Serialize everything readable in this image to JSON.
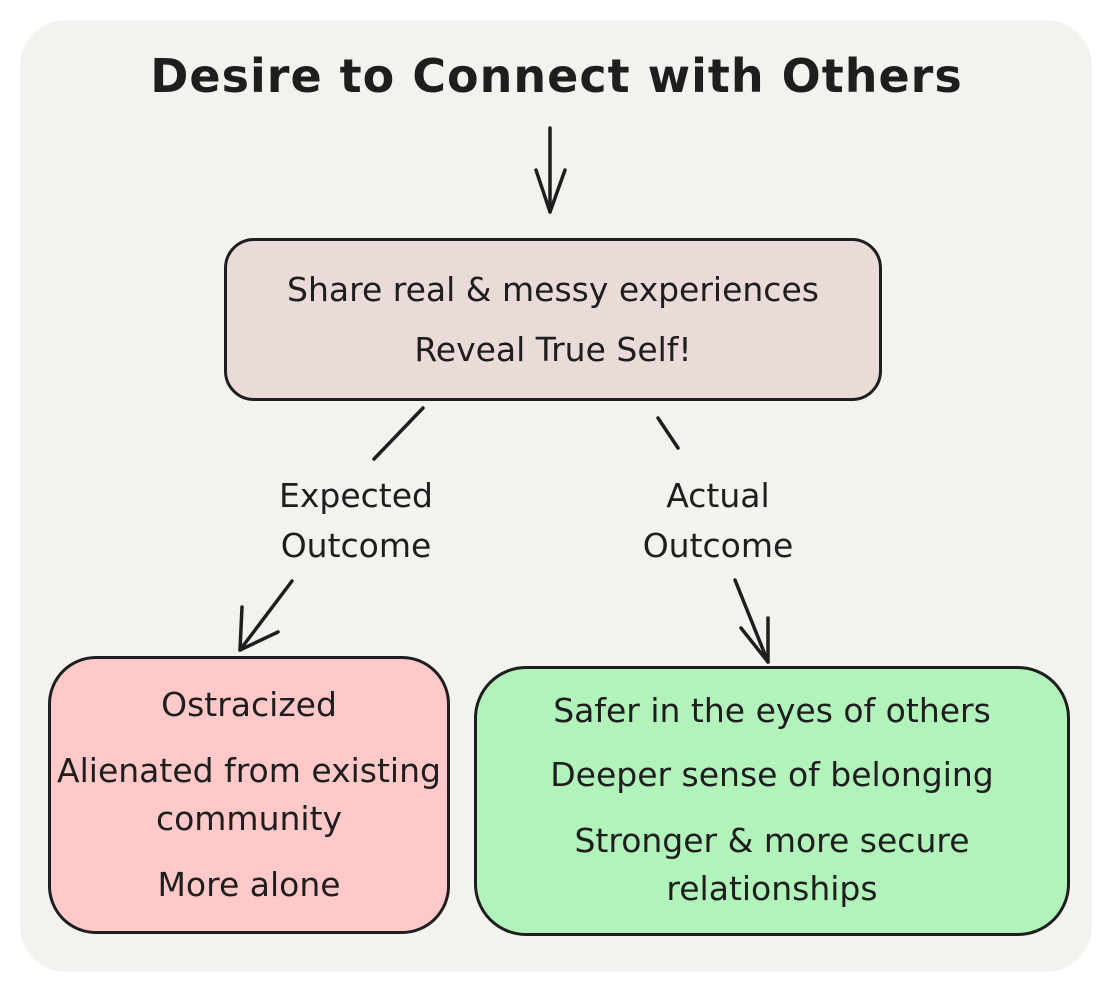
{
  "title": "Desire to Connect with Others",
  "top_box": {
    "lines": [
      "Share real & messy experiences",
      "Reveal True Self!"
    ]
  },
  "edge_labels": {
    "expected": "Expected\nOutcome",
    "actual": "Actual\nOutcome"
  },
  "expected_box": {
    "items": [
      "Ostracized",
      "Alienated from existing community",
      "More alone"
    ]
  },
  "actual_box": {
    "items": [
      "Safer in the eyes of others",
      "Deeper sense of belonging",
      "Stronger & more secure relationships"
    ]
  },
  "colors": {
    "canvas": "#f4f2ef",
    "top_box": "#eadbd8",
    "expected_box": "#ffc9c9",
    "actual_box": "#b2f2bb",
    "stroke": "#1e1e1e"
  }
}
